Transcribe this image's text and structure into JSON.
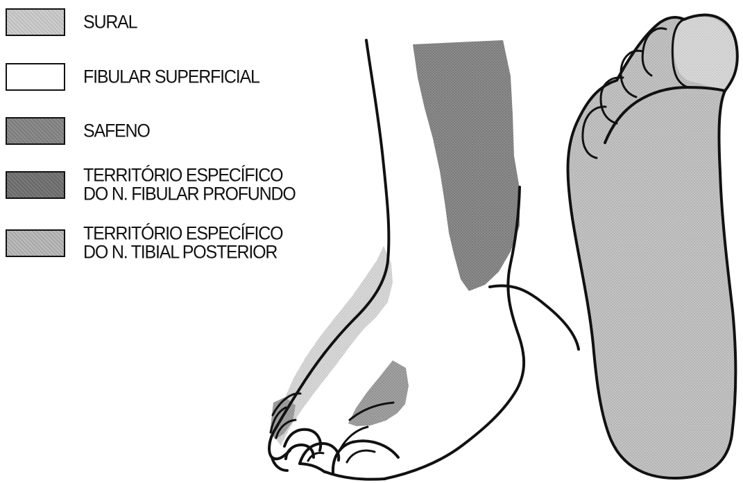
{
  "legend": {
    "items": [
      {
        "key": "sural",
        "label": "SURAL",
        "fill": "#d2d2d2"
      },
      {
        "key": "fibular_superficial",
        "label": "FIBULAR SUPERFICIAL",
        "fill": "#ffffff"
      },
      {
        "key": "safeno",
        "label": "SAFENO",
        "fill": "#8f8f8f"
      },
      {
        "key": "fibular_profundo",
        "label": "TERRITÓRIO ESPECÍFICO\nDO N. FIBULAR PROFUNDO",
        "fill": "#7b7b7b"
      },
      {
        "key": "tibial_posterior",
        "label": "TERRITÓRIO ESPECÍFICO\nDO N. TIBIAL POSTERIOR",
        "fill": "#bdbdbd"
      }
    ]
  },
  "colors": {
    "outline": "#111111",
    "sural": "#d2d2d2",
    "safeno": "#8f8f8f",
    "fibular_profundo": "#7b7b7b",
    "tibial_posterior": "#bdbdbd"
  }
}
